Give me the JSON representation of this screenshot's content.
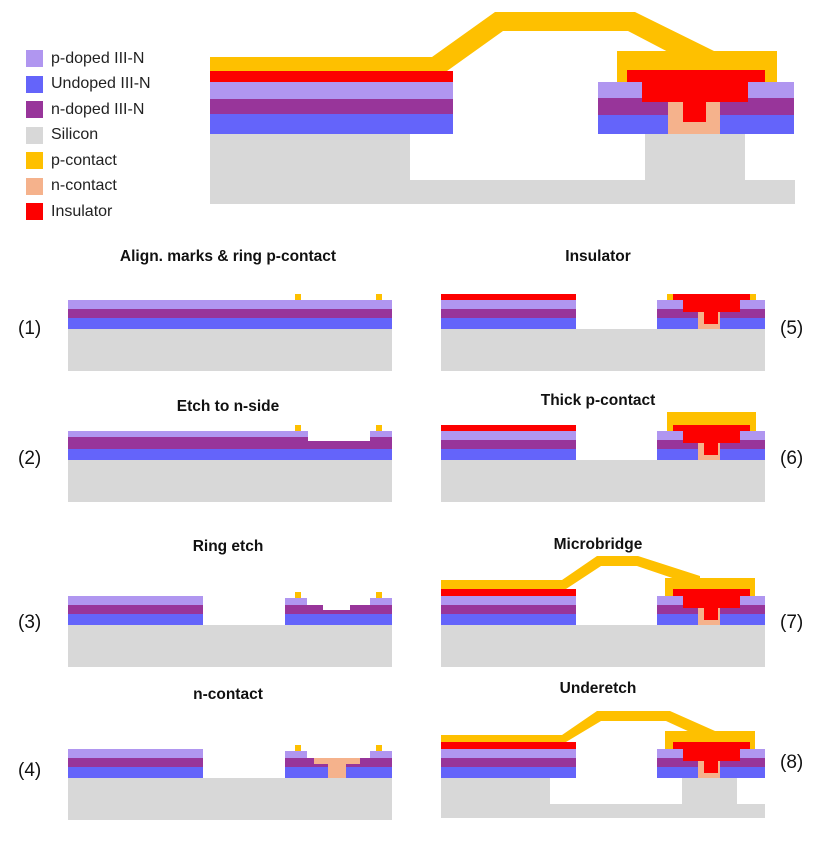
{
  "colors": {
    "p_doped": "#B096F0",
    "undoped": "#6464FA",
    "n_doped": "#98359A",
    "silicon": "#D8D8D8",
    "p_contact": "#FEC000",
    "n_contact": "#F5B28C",
    "insulator": "#FD0000"
  },
  "legend": [
    {
      "label": "p-doped III-N",
      "color": "#B096F0"
    },
    {
      "label": "Undoped III-N",
      "color": "#6464FA"
    },
    {
      "label": "n-doped III-N",
      "color": "#98359A"
    },
    {
      "label": "Silicon",
      "color": "#D8D8D8"
    },
    {
      "label": "p-contact",
      "color": "#FEC000"
    },
    {
      "label": "n-contact",
      "color": "#F5B28C"
    },
    {
      "label": "Insulator",
      "color": "#FD0000"
    }
  ],
  "steps": [
    {
      "number": "(1)",
      "title": "Align. marks & ring p-contact"
    },
    {
      "number": "(2)",
      "title": "Etch to n-side"
    },
    {
      "number": "(3)",
      "title": "Ring etch"
    },
    {
      "number": "(4)",
      "title": "n-contact"
    },
    {
      "number": "(5)",
      "title": "Insulator"
    },
    {
      "number": "(6)",
      "title": "Thick p-contact"
    },
    {
      "number": "(7)",
      "title": "Microbridge"
    },
    {
      "number": "(8)",
      "title": "Underetch"
    }
  ]
}
